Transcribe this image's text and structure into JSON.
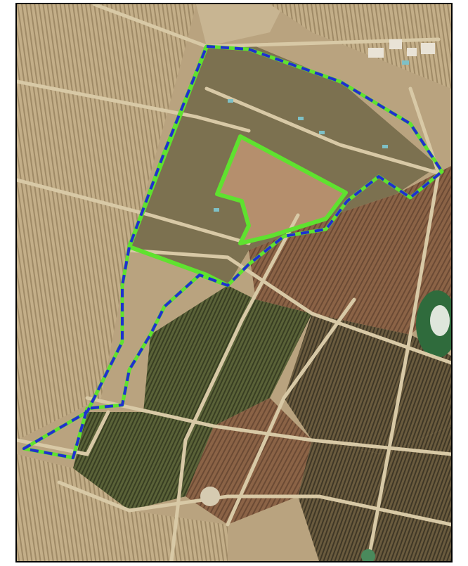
{
  "map": {
    "type": "aerial-photograph",
    "colors": {
      "frame": "#000000",
      "solid_boundary": "#5fe22f",
      "dashed_boundary": "#1f2fd0",
      "dry_field": "#b9a37f",
      "vineyard_dark": "#5e5238",
      "orchard_green": "#4f5a35",
      "plowed_field": "#8a6047",
      "road": "#d8c9a6",
      "pond": "#2f6b3c"
    },
    "overlays": [
      {
        "name": "green-solid-outline",
        "style": "solid",
        "color": "#5fe22f"
      },
      {
        "name": "blue-dashed-outline",
        "style": "dashed",
        "color": "#1f2fd0",
        "secondary_color": "#5fe22f"
      }
    ],
    "visible_text": []
  }
}
